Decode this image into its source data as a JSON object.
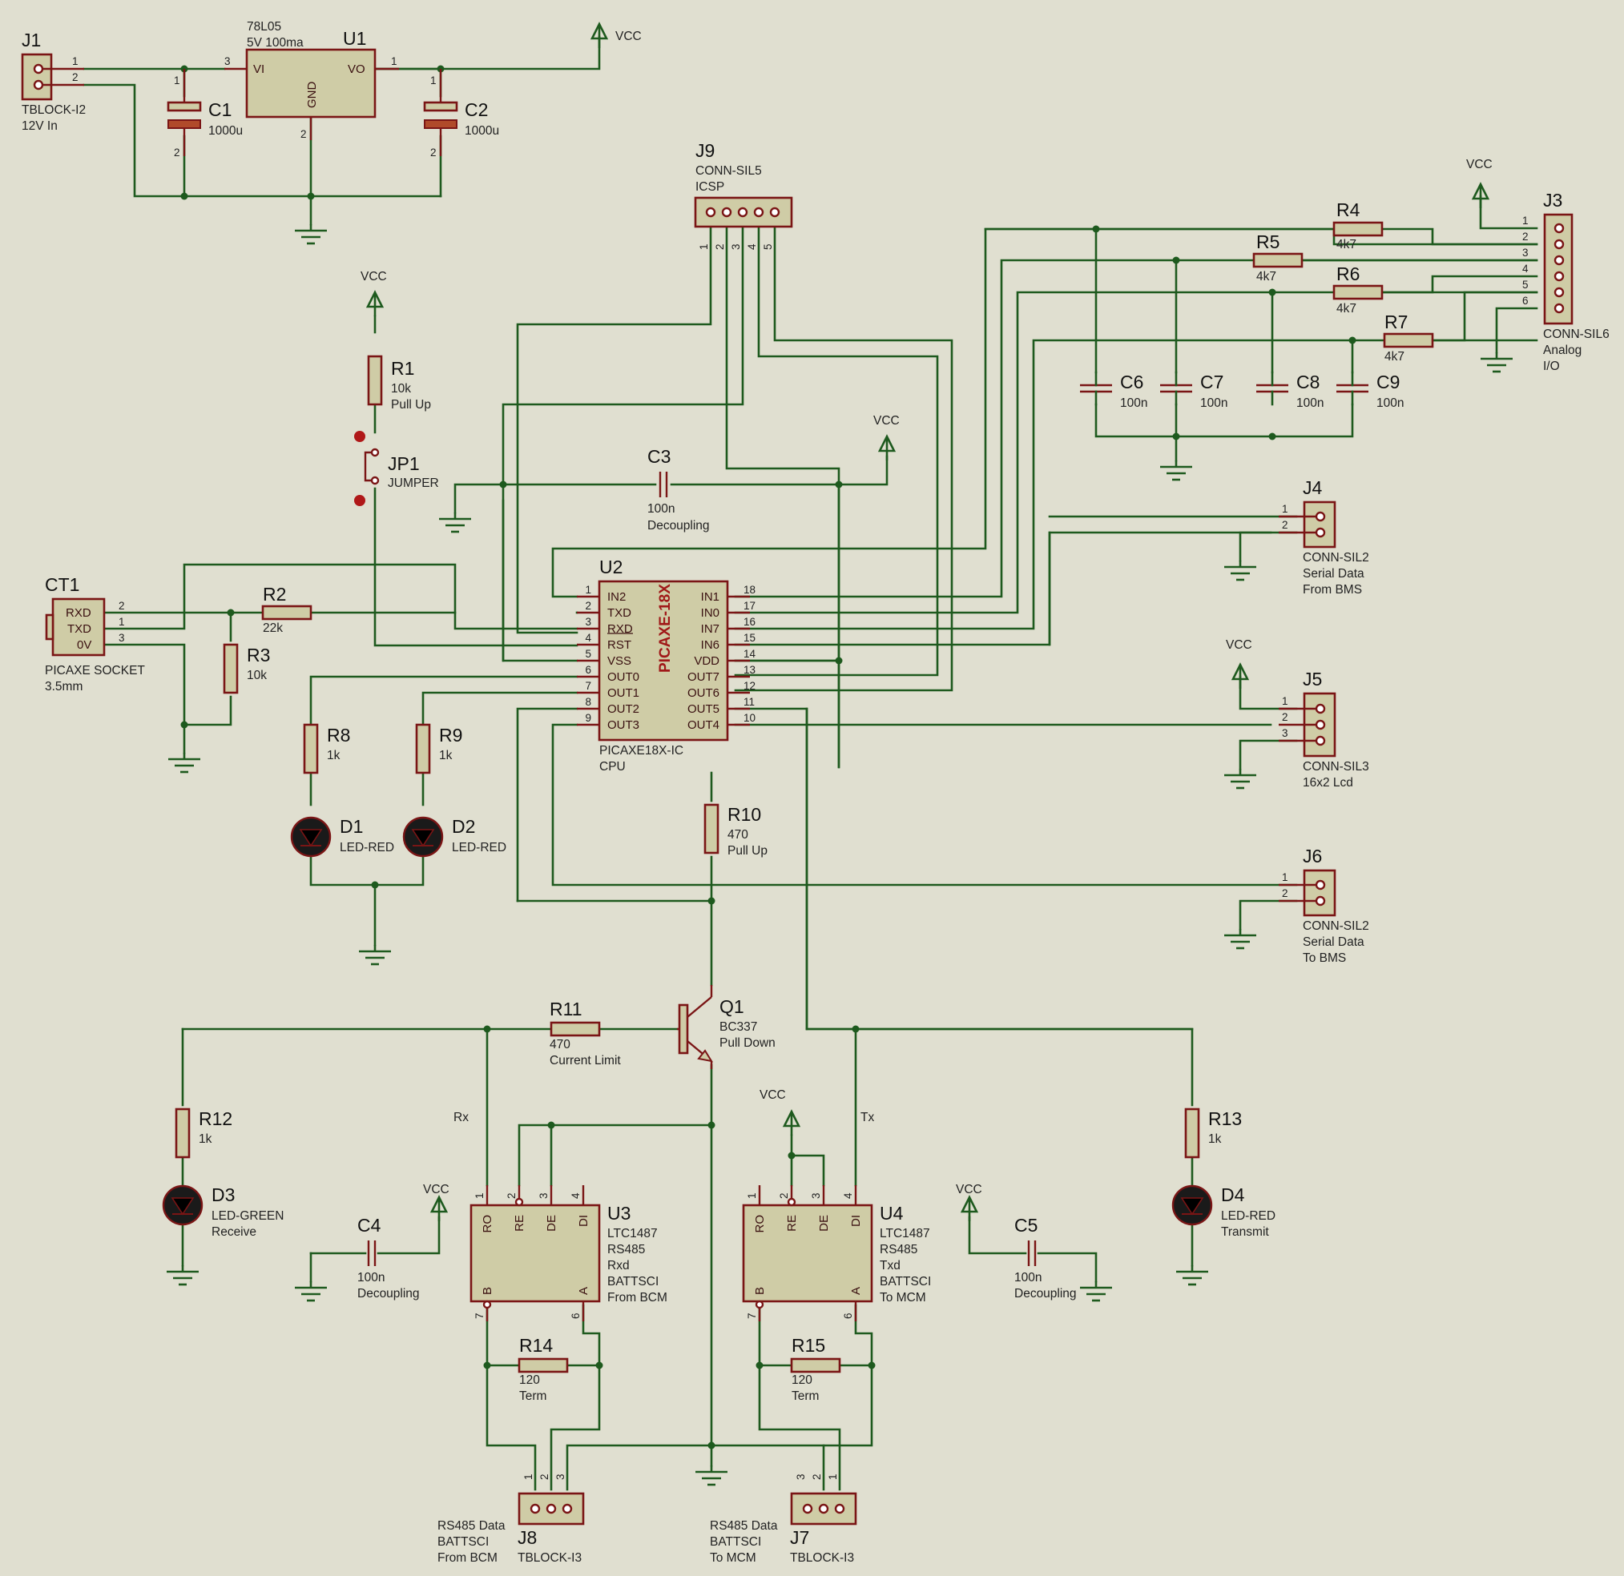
{
  "power_labels": {
    "vcc": "VCC"
  },
  "J1": {
    "ref": "J1",
    "value": "TBLOCK-I2",
    "note": "12V In",
    "pins": [
      "1",
      "2"
    ]
  },
  "C1": {
    "ref": "C1",
    "value": "1000u",
    "pins": [
      "1",
      "2"
    ]
  },
  "C2": {
    "ref": "C2",
    "value": "1000u",
    "pins": [
      "1",
      "2"
    ]
  },
  "U1": {
    "ref": "U1",
    "part": "78L05",
    "rating": "5V 100ma",
    "pin_vi": "VI",
    "pin_vo": "VO",
    "pin_gnd": "GND",
    "pins": [
      "3",
      "1",
      "2"
    ]
  },
  "J9": {
    "ref": "J9",
    "value": "CONN-SIL5",
    "note": "ICSP",
    "pins": [
      "1",
      "2",
      "3",
      "4",
      "5"
    ]
  },
  "J3": {
    "ref": "J3",
    "value": "CONN-SIL6",
    "note1": "Analog",
    "note2": "I/O",
    "pins": [
      "1",
      "2",
      "3",
      "4",
      "5",
      "6"
    ]
  },
  "R1": {
    "ref": "R1",
    "value": "10k",
    "note": "Pull Up"
  },
  "JP1": {
    "ref": "JP1",
    "value": "JUMPER"
  },
  "C3": {
    "ref": "C3",
    "value": "100n",
    "note": "Decoupling"
  },
  "R4": {
    "ref": "R4",
    "value": "4k7"
  },
  "R5": {
    "ref": "R5",
    "value": "4k7"
  },
  "R6": {
    "ref": "R6",
    "value": "4k7"
  },
  "R7": {
    "ref": "R7",
    "value": "4k7"
  },
  "C6": {
    "ref": "C6",
    "value": "100n"
  },
  "C7": {
    "ref": "C7",
    "value": "100n"
  },
  "C8": {
    "ref": "C8",
    "value": "100n"
  },
  "C9": {
    "ref": "C9",
    "value": "100n"
  },
  "J4": {
    "ref": "J4",
    "value": "CONN-SIL2",
    "note1": "Serial Data",
    "note2": "From BMS",
    "pins": [
      "1",
      "2"
    ]
  },
  "CT1": {
    "ref": "CT1",
    "value": "PICAXE SOCKET",
    "note": "3.5mm",
    "labels": [
      "RXD",
      "TXD",
      "0V"
    ],
    "pins": [
      "2",
      "1",
      "3"
    ]
  },
  "R2": {
    "ref": "R2",
    "value": "22k"
  },
  "R3": {
    "ref": "R3",
    "value": "10k"
  },
  "U2": {
    "ref": "U2",
    "chip_label": "PICAXE-18X",
    "value": "PICAXE18X-IC",
    "note": "CPU",
    "left_names": [
      "IN2",
      "TXD",
      "RXD",
      "RST",
      "VSS",
      "OUT0",
      "OUT1",
      "OUT2",
      "OUT3"
    ],
    "left_nums": [
      "1",
      "2",
      "3",
      "4",
      "5",
      "6",
      "7",
      "8",
      "9"
    ],
    "right_names": [
      "IN1",
      "IN0",
      "IN7",
      "IN6",
      "VDD",
      "OUT7",
      "OUT6",
      "OUT5",
      "OUT4"
    ],
    "right_nums": [
      "18",
      "17",
      "16",
      "15",
      "14",
      "13",
      "12",
      "11",
      "10"
    ]
  },
  "J5": {
    "ref": "J5",
    "value": "CONN-SIL3",
    "note": "16x2 Lcd",
    "pins": [
      "1",
      "2",
      "3"
    ]
  },
  "R8": {
    "ref": "R8",
    "value": "1k"
  },
  "R9": {
    "ref": "R9",
    "value": "1k"
  },
  "D1": {
    "ref": "D1",
    "value": "LED-RED"
  },
  "D2": {
    "ref": "D2",
    "value": "LED-RED"
  },
  "R10": {
    "ref": "R10",
    "value": "470",
    "note": "Pull Up"
  },
  "J6": {
    "ref": "J6",
    "value": "CONN-SIL2",
    "note1": "Serial Data",
    "note2": "To BMS",
    "pins": [
      "1",
      "2"
    ]
  },
  "Q1": {
    "ref": "Q1",
    "value": "BC337",
    "note": "Pull Down"
  },
  "R11": {
    "ref": "R11",
    "value": "470",
    "note": "Current Limit"
  },
  "R12": {
    "ref": "R12",
    "value": "1k"
  },
  "R13": {
    "ref": "R13",
    "value": "1k"
  },
  "D3": {
    "ref": "D3",
    "value": "LED-GREEN",
    "note": "Receive"
  },
  "D4": {
    "ref": "D4",
    "value": "LED-RED",
    "note": "Transmit"
  },
  "C4": {
    "ref": "C4",
    "value": "100n",
    "note": "Decoupling"
  },
  "C5": {
    "ref": "C5",
    "value": "100n",
    "note": "Decoupling"
  },
  "net_rx": "Rx",
  "net_tx": "Tx",
  "U3": {
    "ref": "U3",
    "part": "LTC1487",
    "l1": "RS485",
    "l2": "Rxd",
    "l3": "BATTSCI",
    "l4": "From BCM",
    "pin_names": [
      "RO",
      "RE",
      "DE",
      "DI",
      "B",
      "A"
    ],
    "pin_nums": [
      "1",
      "2",
      "3",
      "4",
      "7",
      "6"
    ]
  },
  "U4": {
    "ref": "U4",
    "part": "LTC1487",
    "l1": "RS485",
    "l2": "Txd",
    "l3": "BATTSCI",
    "l4": "To MCM",
    "pin_names": [
      "RO",
      "RE",
      "DE",
      "DI",
      "B",
      "A"
    ],
    "pin_nums": [
      "1",
      "2",
      "3",
      "4",
      "7",
      "6"
    ]
  },
  "R14": {
    "ref": "R14",
    "value": "120",
    "note": "Term"
  },
  "R15": {
    "ref": "R15",
    "value": "120",
    "note": "Term"
  },
  "J8": {
    "ref": "J8",
    "value": "TBLOCK-I3",
    "note1": "RS485 Data",
    "note2": "BATTSCI",
    "note3": "From BCM",
    "pins": [
      "1",
      "2",
      "3"
    ]
  },
  "J7": {
    "ref": "J7",
    "value": "TBLOCK-I3",
    "note1": "RS485 Data",
    "note2": "BATTSCI",
    "note3": "To MCM",
    "pins": [
      "3",
      "2",
      "1"
    ]
  }
}
